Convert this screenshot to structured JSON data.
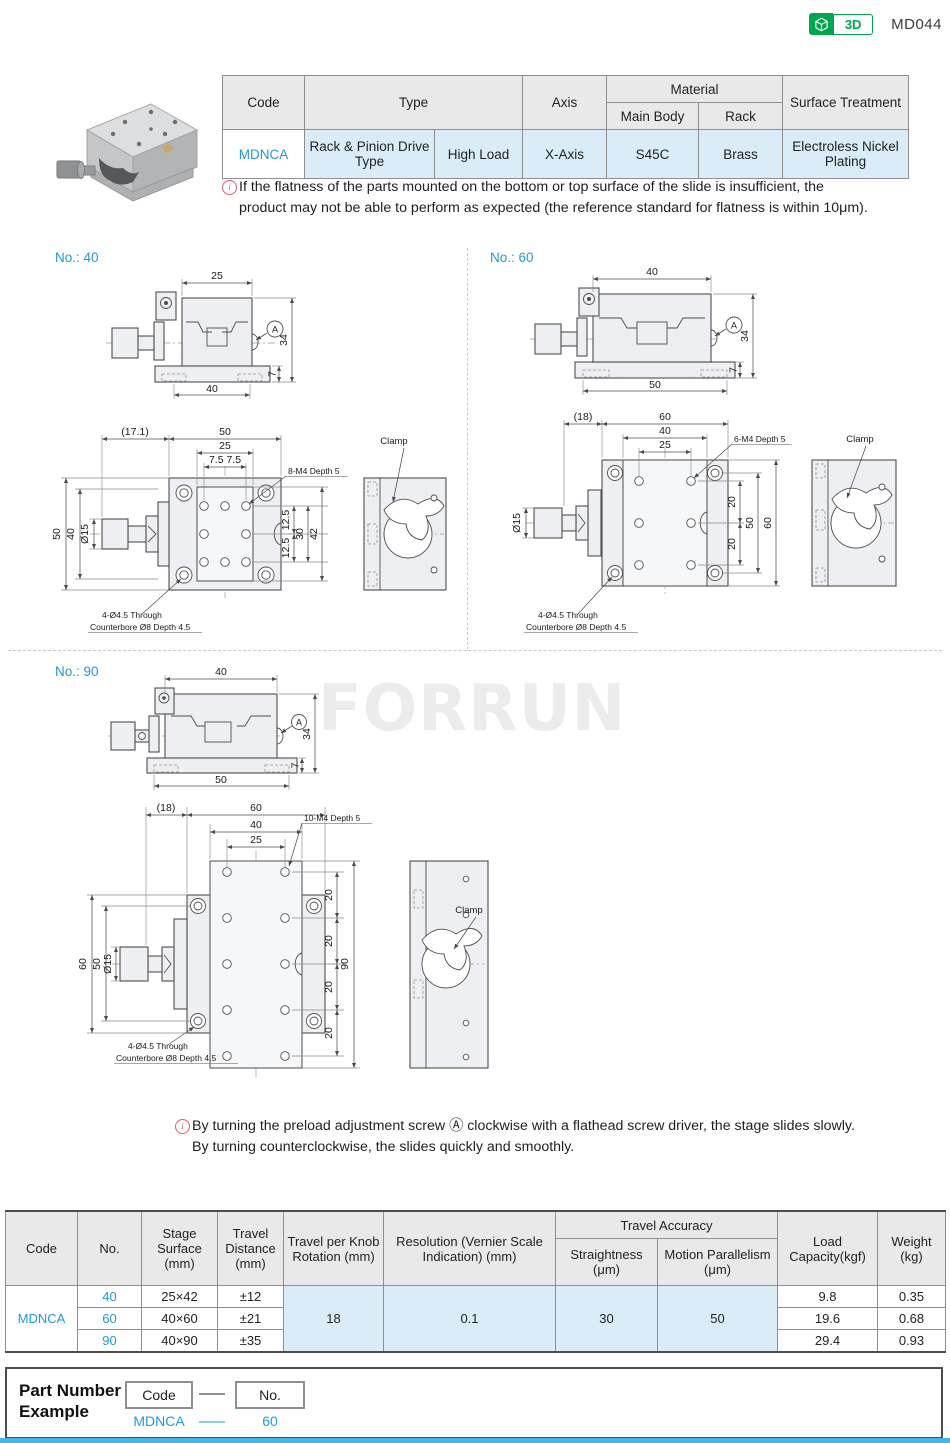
{
  "header": {
    "badge_3d": "3D",
    "doc_code": "MD044"
  },
  "colors": {
    "accent_blue": "#2597d8",
    "cell_blue": "#d9ecf8",
    "badge_green": "#00a550",
    "note_red": "#e05c6b",
    "footer_cyan": "#45b5e8",
    "watermark_gray": "#ececec"
  },
  "spec_table": {
    "h_code": "Code",
    "h_type": "Type",
    "h_axis": "Axis",
    "h_material": "Material",
    "h_main_body": "Main Body",
    "h_rack": "Rack",
    "h_surface": "Surface Treatment",
    "code": "MDNCA",
    "type_drive": "Rack & Pinion Drive Type",
    "type_load": "High Load",
    "axis": "X-Axis",
    "main_body": "S45C",
    "rack": "Brass",
    "surface": "Electroless Nickel Plating"
  },
  "notes": {
    "icon_glyph": "i",
    "flatness_1": "If the flatness of the parts mounted on the bottom or top surface of the slide is insufficient, the",
    "flatness_2": "product may not be able to perform as expected (the reference standard for flatness is within 10μm).",
    "preload_1": "By turning the preload adjustment screw Ⓐ clockwise with a flathead screw driver, the stage slides slowly.",
    "preload_2": "By turning counterclockwise, the slides quickly and smoothly."
  },
  "drawings": {
    "clamp": "Clamp",
    "screw_ref": "A",
    "cbore_1": "4-Ø4.5 Through",
    "cbore_2": "Counterbore Ø8 Depth 4.5",
    "no40": {
      "label": "No.: 40",
      "side": {
        "w_top": "25",
        "h": "34",
        "base_h": "7",
        "base_w": "40"
      },
      "plan": {
        "knob": "(17.1)",
        "w": "50",
        "w_table": "25",
        "pitch_x": "7.5 7.5",
        "h": "50",
        "h_inner": "40",
        "knob_d": "Ø15",
        "p1": "12.5",
        "p2": "12.5",
        "span": "30",
        "h_table": "42",
        "tap": "8-M4 Depth 5"
      }
    },
    "no60": {
      "label": "No.: 60",
      "side": {
        "w_top": "40",
        "h": "34",
        "base_h": "7",
        "base_w": "50"
      },
      "plan": {
        "knob": "(18)",
        "w": "60",
        "w_table": "40",
        "pitch_x": "25",
        "knob_d": "Ø15",
        "p1": "20",
        "p2": "20",
        "span": "50",
        "h": "60",
        "tap": "6-M4 Depth 5"
      }
    },
    "no90": {
      "label": "No.: 90",
      "side": {
        "w_top": "40",
        "h": "34",
        "base_h": "7",
        "base_w": "50"
      },
      "plan": {
        "knob": "(18)",
        "w": "60",
        "w_table": "40",
        "pitch_x": "25",
        "h_base": "60",
        "span": "50",
        "knob_d": "Ø15",
        "p": "20",
        "h_table": "90",
        "tap": "10-M4 Depth 5"
      }
    }
  },
  "size_table": {
    "h_code": "Code",
    "h_no": "No.",
    "h_stage": "Stage Surface (mm)",
    "h_travel": "Travel Distance (mm)",
    "h_knob": "Travel per Knob Rotation (mm)",
    "h_resolution": "Resolution (Vernier Scale Indication) (mm)",
    "h_accuracy": "Travel Accuracy",
    "h_straightness": "Straightness (μm)",
    "h_parallelism": "Motion Parallelism (μm)",
    "h_load": "Load Capacity(kgf)",
    "h_weight": "Weight (kg)",
    "code": "MDNCA",
    "knob_rotation": "18",
    "resolution": "0.1",
    "straightness": "30",
    "parallelism": "50",
    "rows": [
      {
        "no": "40",
        "stage": "25×42",
        "travel": "±12",
        "load": "9.8",
        "weight": "0.35"
      },
      {
        "no": "60",
        "stage": "40×60",
        "travel": "±21",
        "load": "19.6",
        "weight": "0.68"
      },
      {
        "no": "90",
        "stage": "40×90",
        "travel": "±35",
        "load": "29.4",
        "weight": "0.93"
      }
    ]
  },
  "part_number": {
    "title_1": "Part Number",
    "title_2": "Example",
    "code_label": "Code",
    "no_label": "No.",
    "code_value": "MDNCA",
    "no_value": "60"
  },
  "watermark": "FORRUN"
}
